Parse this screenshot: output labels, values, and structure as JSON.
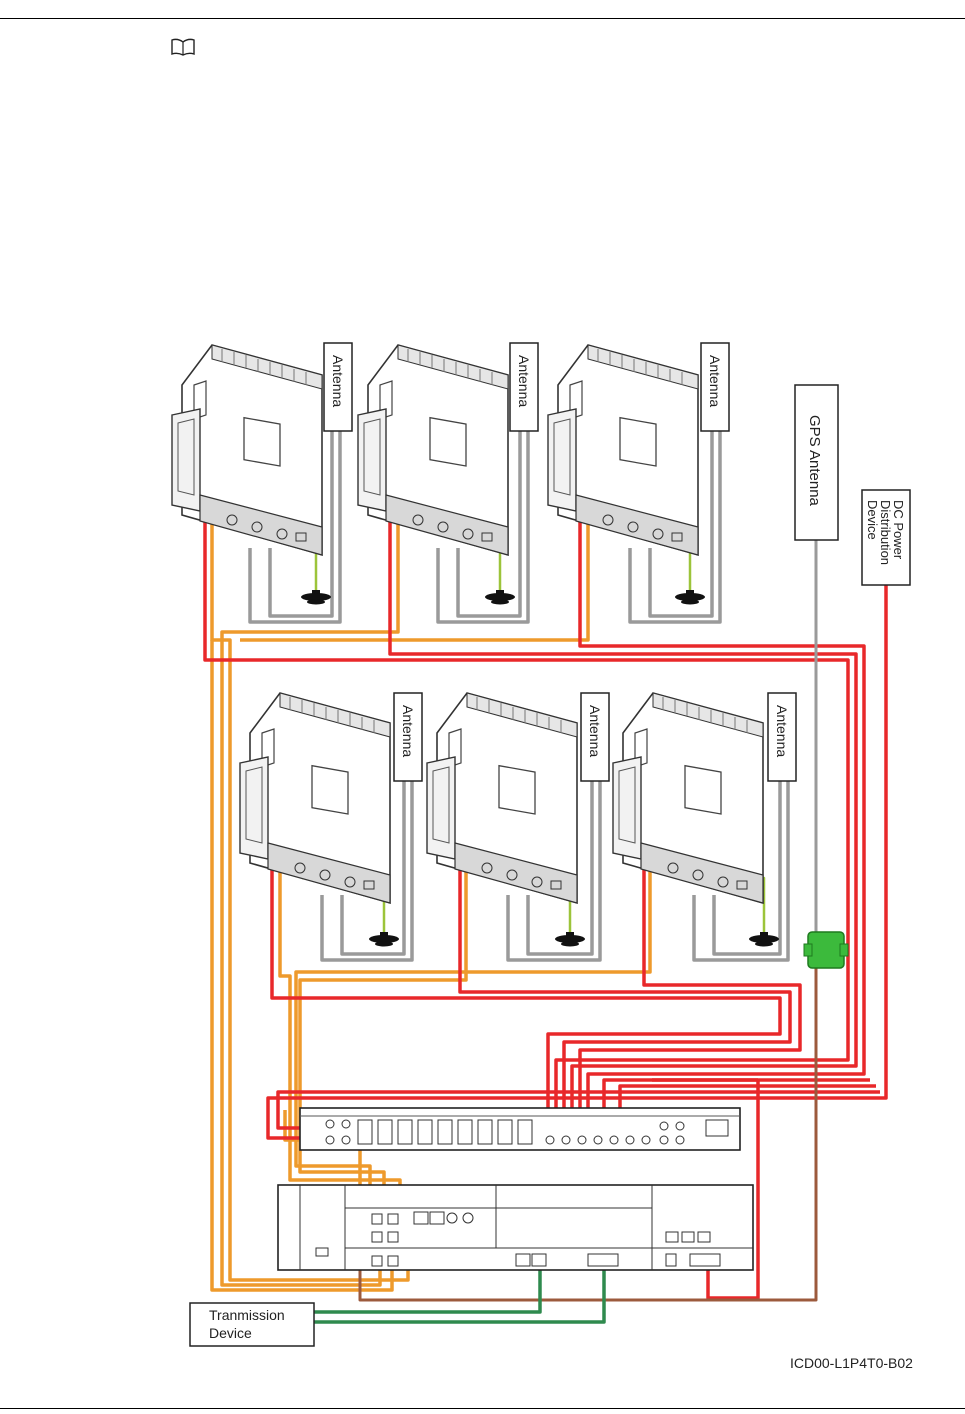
{
  "icons": {
    "note": "open-book-icon"
  },
  "labels": {
    "antenna": "Antenna",
    "gps_antenna": "GPS Antenna",
    "dc_power_line1": "DC Power",
    "dc_power_line2": "Distribution",
    "dc_power_line3": "Device",
    "transmission_line1": "Tranmission",
    "transmission_line2": "Device"
  },
  "figure_id": "ICD00-L1P4T0-B02",
  "colors": {
    "power_cable": "#e8282a",
    "cpri_cable": "#ee9a2c",
    "rf_cable": "#9a9a9a",
    "ground_cable": "#9cc43a",
    "transmission_cable": "#2f8a4e",
    "gps_cable": "#9c5a3c",
    "surge_protector": "#3cba3c"
  }
}
